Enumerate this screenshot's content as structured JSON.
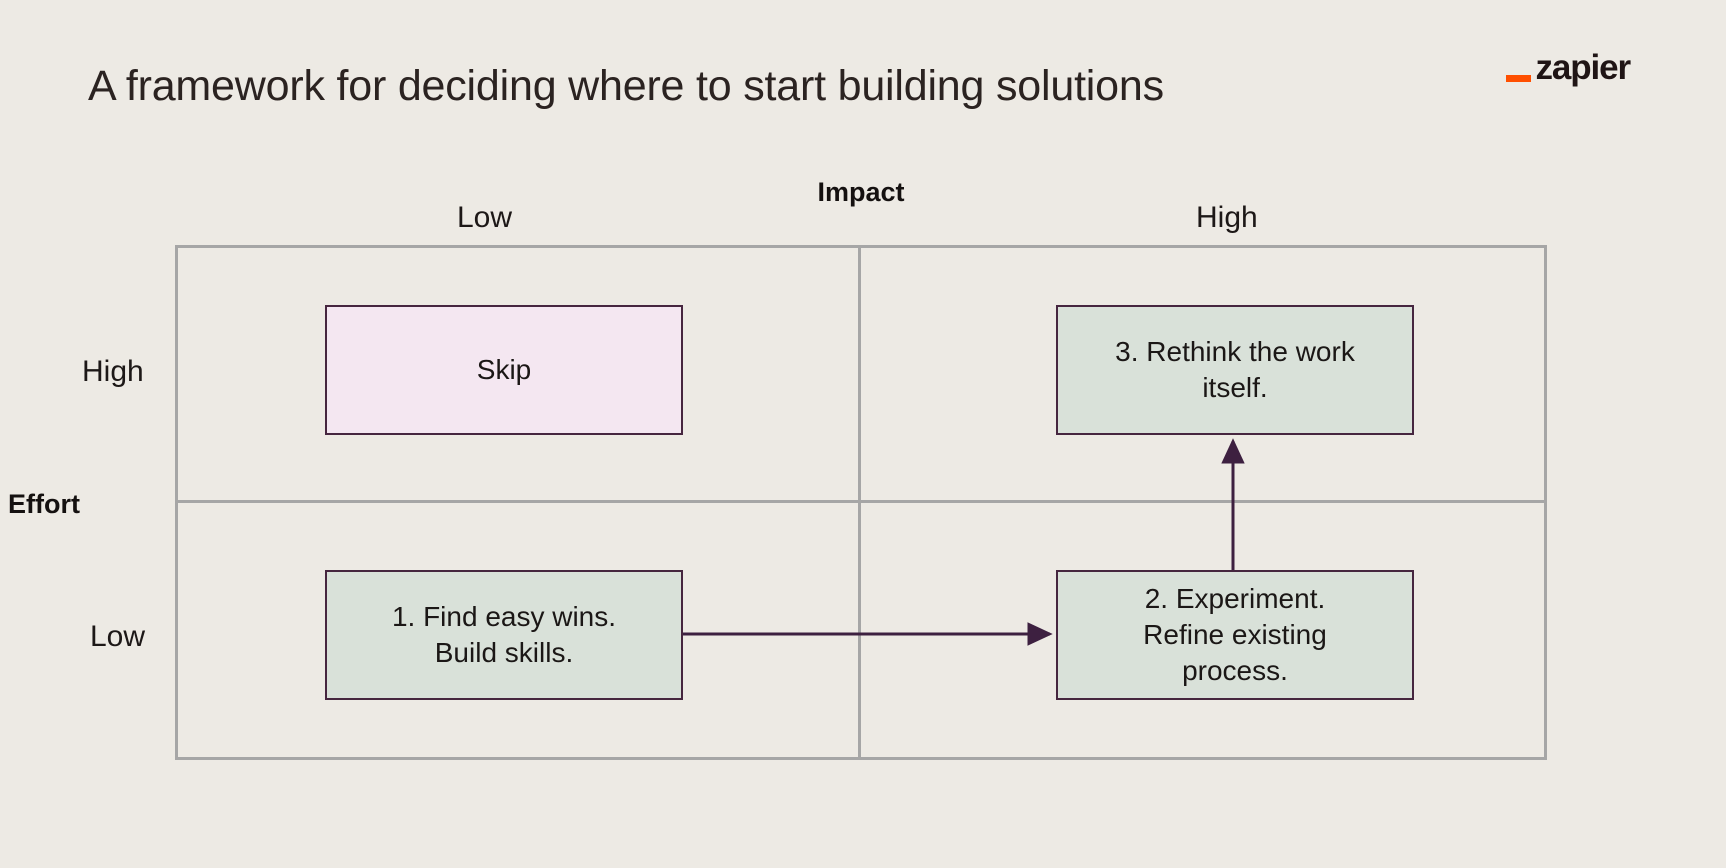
{
  "page": {
    "title": "A framework for deciding where to start building solutions",
    "background_color": "#edeae4",
    "title_color": "#2b2321"
  },
  "brand": {
    "name": "zapier",
    "dash_color": "#ff4f00",
    "word_color": "#201515"
  },
  "chart_data": {
    "type": "matrix",
    "title": "A framework for deciding where to start building solutions",
    "xlabel": "Impact",
    "ylabel": "Effort",
    "x_ticks": [
      "Low",
      "High"
    ],
    "y_ticks": [
      "High",
      "Low"
    ],
    "grid": true,
    "grid_color": "#a6a6a6",
    "cells": [
      {
        "id": "skip",
        "effort": "High",
        "impact": "Low",
        "label": "Skip",
        "fill": "#f4e7f1",
        "stroke": "#46263f",
        "step": null
      },
      {
        "id": "rethink",
        "effort": "High",
        "impact": "High",
        "label": "3. Rethink the work itself.",
        "fill": "#d9e1d9",
        "stroke": "#46263f",
        "step": 3
      },
      {
        "id": "find-wins",
        "effort": "Low",
        "impact": "Low",
        "label": "1. Find easy wins. Build skills.",
        "fill": "#d9e1d9",
        "stroke": "#46263f",
        "step": 1
      },
      {
        "id": "experiment",
        "effort": "Low",
        "impact": "High",
        "label": "2. Experiment. Refine existing process.",
        "fill": "#d9e1d9",
        "stroke": "#46263f",
        "step": 2
      }
    ],
    "arrows": [
      {
        "from": "find-wins",
        "to": "experiment",
        "direction": "right",
        "color": "#3d2040"
      },
      {
        "from": "experiment",
        "to": "rethink",
        "direction": "up",
        "color": "#3d2040"
      }
    ]
  },
  "matrix": {
    "impact_axis_label": "Impact",
    "effort_axis_label": "Effort",
    "impact_low": "Low",
    "impact_high": "High",
    "effort_high": "High",
    "effort_low": "Low"
  },
  "boxes": {
    "skip": "Skip",
    "rethink": "3. Rethink the work\nitself.",
    "find_wins": "1. Find easy wins.\nBuild skills.",
    "experiment": "2. Experiment.\nRefine existing\nprocess."
  }
}
